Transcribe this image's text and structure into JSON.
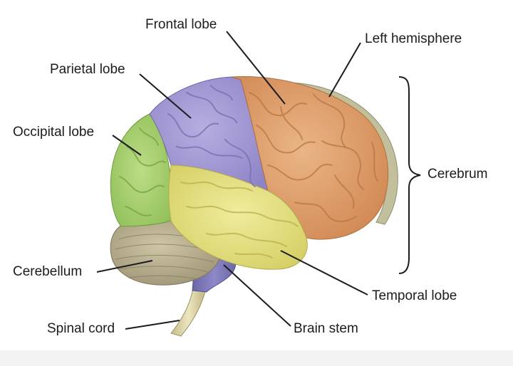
{
  "labels": {
    "frontal_lobe": "Frontal lobe",
    "left_hemisphere": "Left hemisphere",
    "parietal_lobe": "Parietal lobe",
    "occipital_lobe": "Occipital lobe",
    "cerebrum": "Cerebrum",
    "cerebellum": "Cerebellum",
    "temporal_lobe": "Temporal lobe",
    "spinal_cord": "Spinal cord",
    "brain_stem": "Brain stem"
  },
  "colors": {
    "frontal": "#e0a06a",
    "parietal": "#a59bd6",
    "occipital": "#a9d06e",
    "temporal": "#e6e07e",
    "cerebellum": "#b8ad8e",
    "brain_stem": "#7d79b8",
    "spinal_cord": "#d8d0a0",
    "hemisphere_edge": "#b9b894",
    "leader_line": "#1c1c1c"
  }
}
